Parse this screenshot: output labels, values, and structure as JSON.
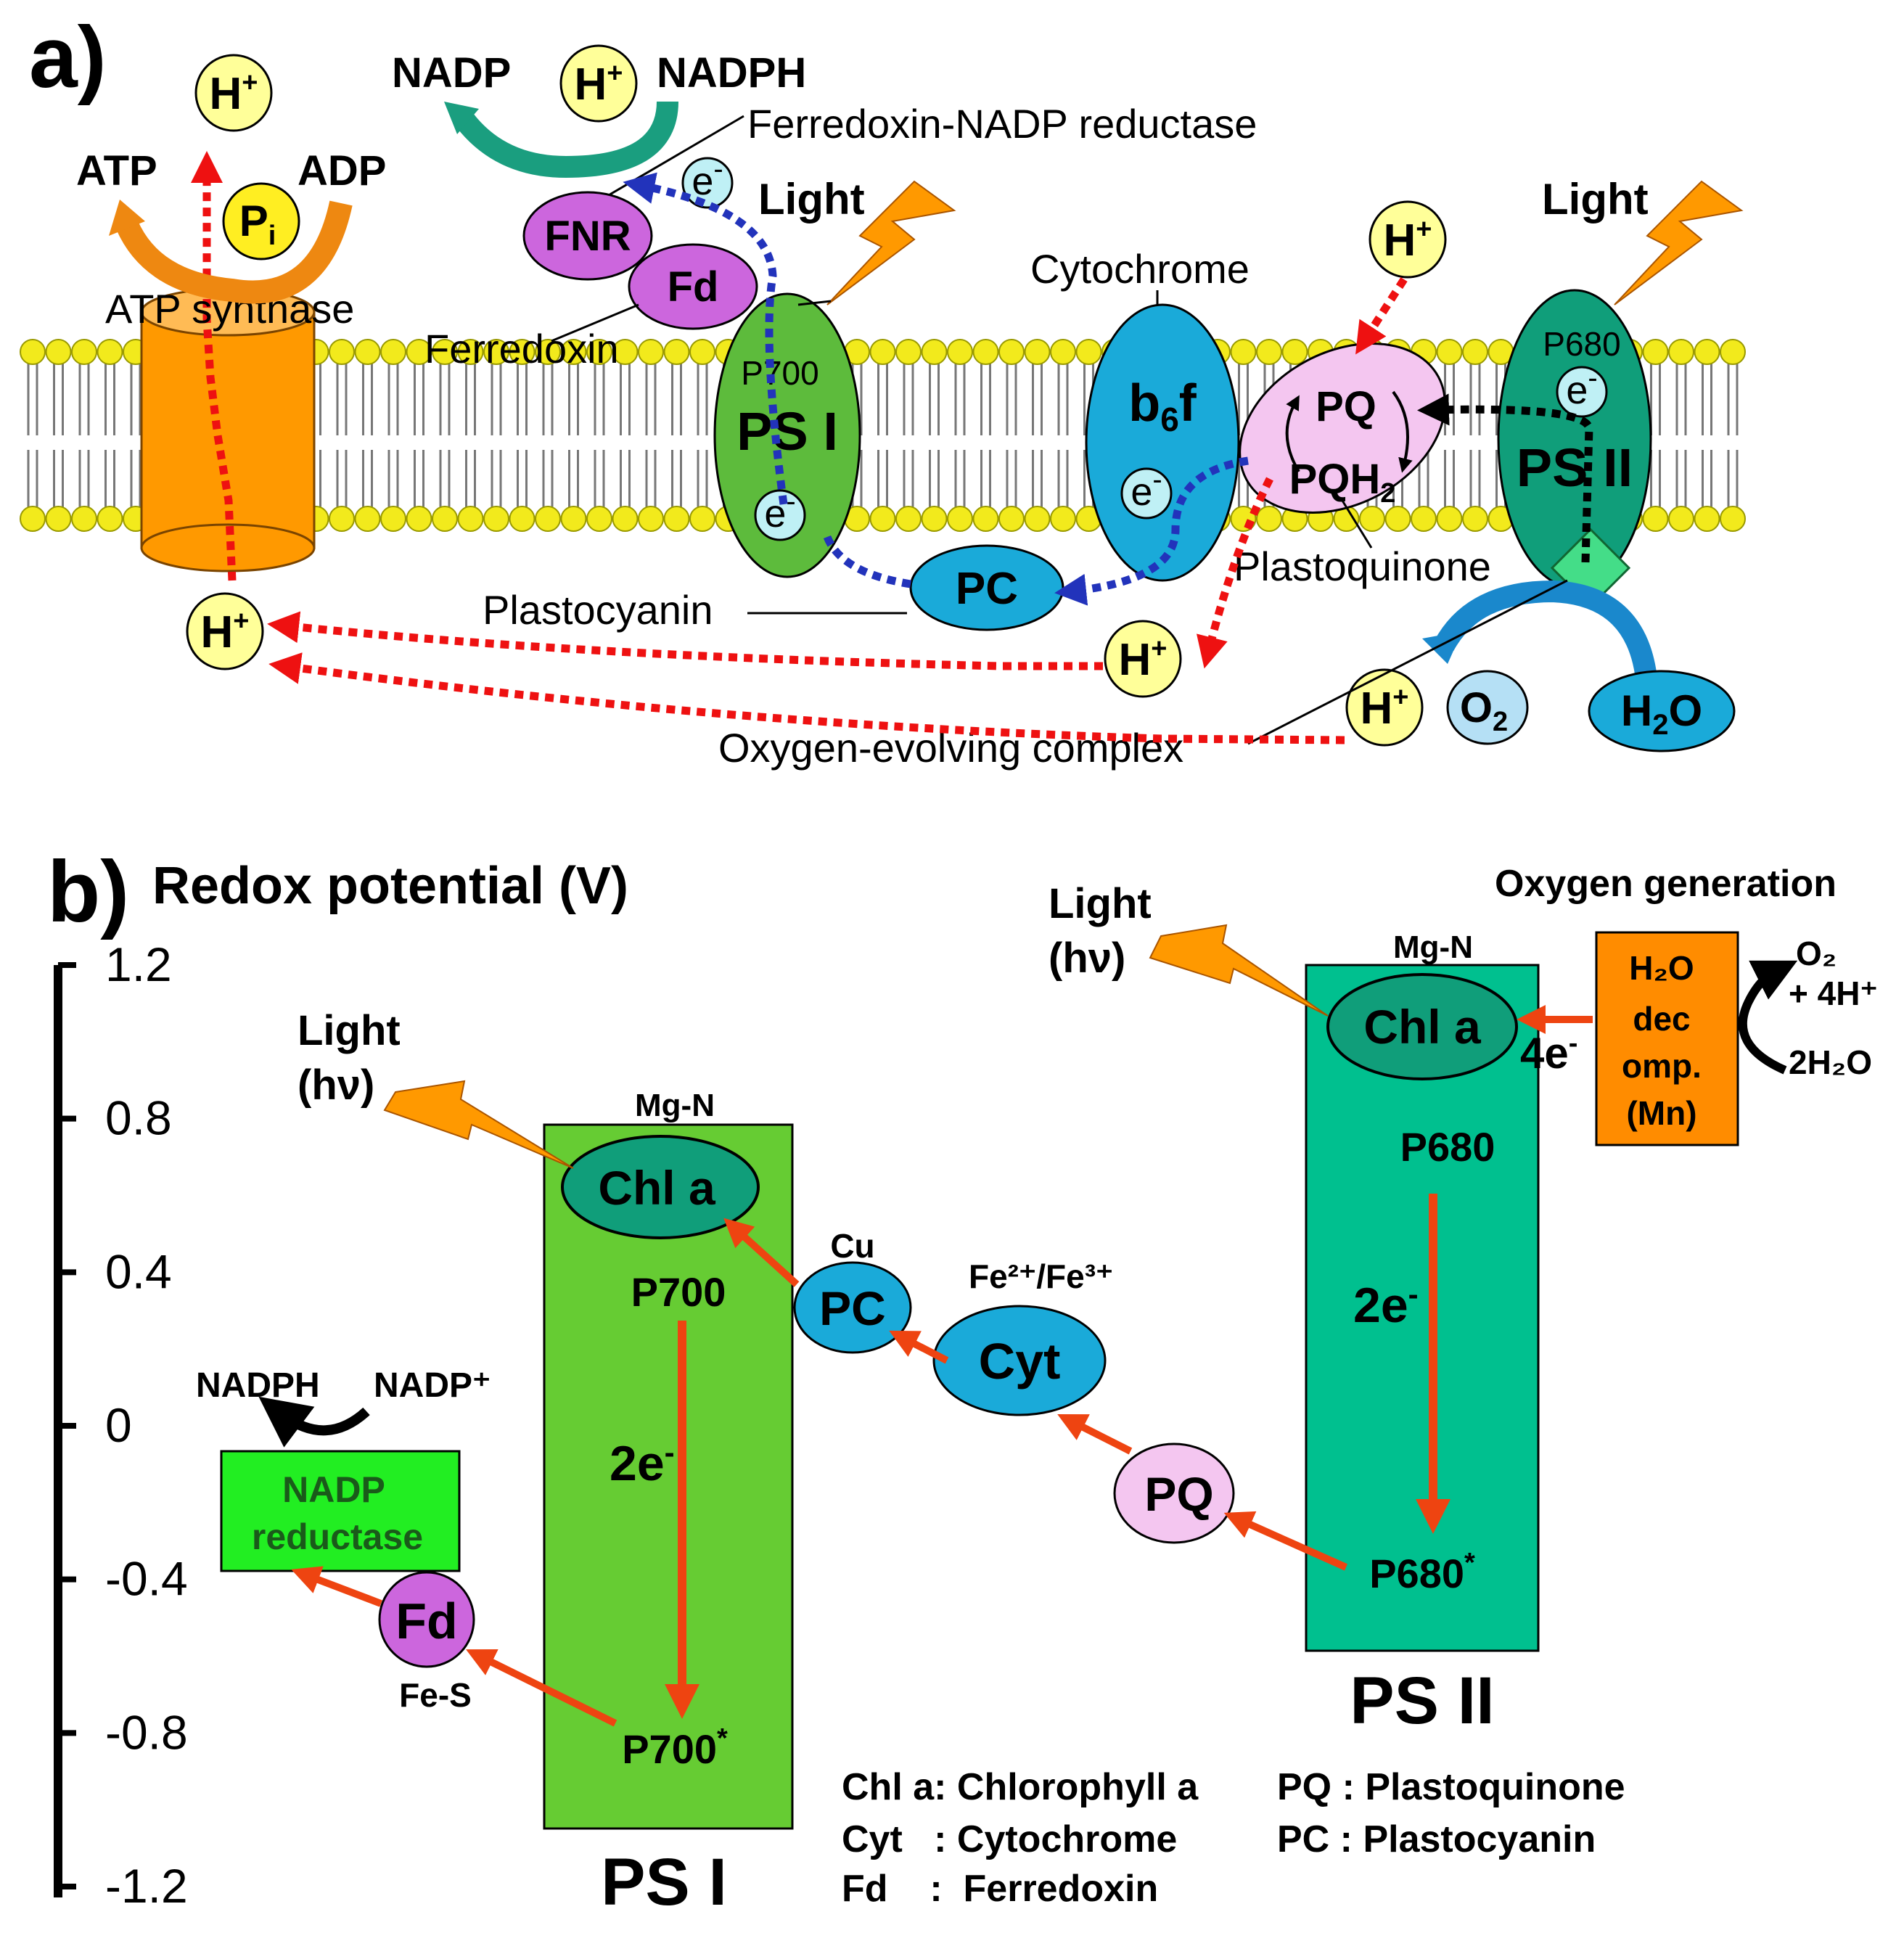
{
  "panel_a": {
    "label": "a)",
    "h_plus": "H",
    "plus_sup": "+",
    "nadp": "NADP",
    "nadph": "NADPH",
    "atp": "ATP",
    "adp": "ADP",
    "pi_main": "P",
    "pi_sub": "i",
    "fnr_label": "Ferredoxin-NADP reductase",
    "fnr": "FNR",
    "fd": "Fd",
    "ferredoxin": "Ferredoxin",
    "atp_synthase": "ATP synthase",
    "light": "Light",
    "light2": "Light",
    "cytochrome": "Cytochrome",
    "b6f_b": "b",
    "b6f_sub": "6",
    "b6f_f": "f",
    "p700": "P700",
    "ps1": "PS I",
    "p680": "P680",
    "ps2": "PS II",
    "e": "e",
    "e_sup": "-",
    "pq": "PQ",
    "pqh2_main": "PQH",
    "pqh2_sub": "2",
    "plastoquinone": "Plastoquinone",
    "pc": "PC",
    "plastocyanin": "Plastocyanin",
    "o2_main": "O",
    "o2_sub": "2",
    "h2o_h": "H",
    "h2o_sub": "2",
    "h2o_o": "O",
    "oec": "Oxygen-evolving  complex"
  },
  "panel_b": {
    "label": "b)",
    "axis_title": "Redox potential (V)",
    "ticks": [
      "1.2",
      "0.8",
      "0.4",
      "0",
      "-0.4",
      "-0.8",
      "-1.2"
    ],
    "light_ps2": "Light",
    "hv_ps2": "(hν)",
    "light_ps1": "Light",
    "hv_ps1": "(hν)",
    "oxygen_generation": "Oxygen generation",
    "mgn_ps2": "Mg-N",
    "chla_ps2": "Chl a",
    "four_e": "4e",
    "four_e_sup": "-",
    "h2o_decomp": [
      "H₂O",
      "dec",
      "omp.",
      "(Mn)"
    ],
    "o2_out": "O₂",
    "plus_4h": "+ 4H⁺",
    "two_h2o": "2H₂O",
    "p680": "P680",
    "two_e_ps2": "2e",
    "two_e_ps2_sup": "-",
    "p680_star": "P680",
    "star": "*",
    "ps2": "PS II",
    "fe_label": "Fe²⁺/Fe³⁺",
    "cyt": "Cyt",
    "pq": "PQ",
    "cu": "Cu",
    "pc": "PC",
    "mgn_ps1": "Mg-N",
    "chla_ps1": "Chl a",
    "p700": "P700",
    "two_e_ps1": "2e",
    "two_e_ps1_sup": "-",
    "p700_star": "P700",
    "ps1": "PS I",
    "nadph": "NADPH",
    "nadp_plus": "NADP⁺",
    "nadp_reductase": [
      "NADP",
      "reductase"
    ],
    "fd": "Fd",
    "fes": "Fe-S",
    "legend": [
      "Chl a: Chlorophyll a",
      "Cyt   : Cytochrome",
      "Fd    :  Ferredoxin",
      "PQ : Plastoquinone",
      "PC : Plastocyanin"
    ]
  },
  "colors": {
    "lipid_head": "#f2ea1c",
    "proton_yellow": "#ffff99",
    "pi_yellow": "#ffee22",
    "atp_orange": "#ff9900",
    "fnr_purple": "#cc66dd",
    "ps1_green": "#5dbb3c",
    "ps2_teal": "#109e7a",
    "cyt_blue": "#1aaad9",
    "pq_pink": "#f4c6f0",
    "e_cyan": "#bff0f5",
    "proton_path_red": "#ee1111",
    "electron_path_blue": "#2233bb",
    "ps1_box": "#66cc33",
    "ps2_box": "#00c08f",
    "nadp_box": "#22ee22",
    "decomp_box": "#ff8c00",
    "arrow_orange": "#ee4411"
  }
}
